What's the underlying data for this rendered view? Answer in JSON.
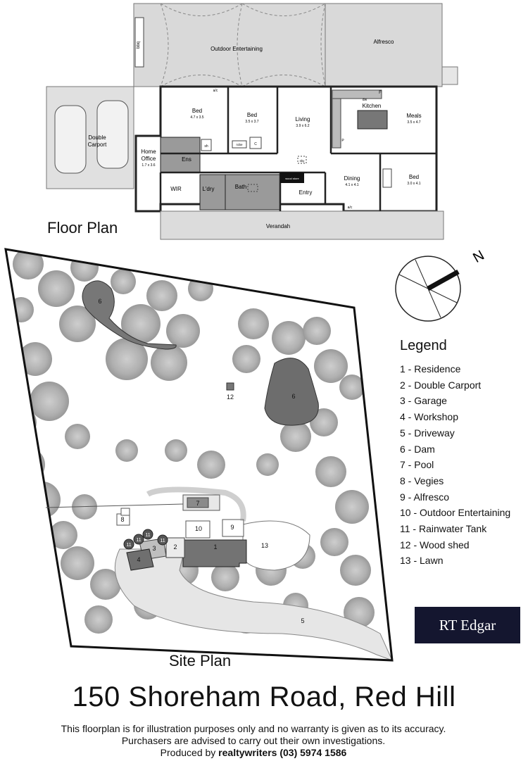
{
  "floor_plan": {
    "heading": "Floor Plan",
    "rooms": [
      {
        "name": "Outdoor Entertaining",
        "dims": ""
      },
      {
        "name": "Alfresco",
        "dims": ""
      },
      {
        "name": "Double Carport",
        "dims": ""
      },
      {
        "name": "Bed",
        "dims": "4.7 x 3.5"
      },
      {
        "name": "Bed",
        "dims": "3.5 x 3.7"
      },
      {
        "name": "Living",
        "dims": "3.9 x 6.2"
      },
      {
        "name": "Kitchen",
        "dims": ""
      },
      {
        "name": "Meals",
        "dims": "3.5 x 4.7"
      },
      {
        "name": "Home Office",
        "dims": "1.7 x 3.6"
      },
      {
        "name": "Ens",
        "dims": ""
      },
      {
        "name": "WIR",
        "dims": ""
      },
      {
        "name": "L'dry",
        "dims": ""
      },
      {
        "name": "Bath",
        "dims": ""
      },
      {
        "name": "Entry",
        "dims": ""
      },
      {
        "name": "Dining",
        "dims": "4.1 x 4.1"
      },
      {
        "name": "Bed",
        "dims": "3.0 x 4.1"
      },
      {
        "name": "Verandah",
        "dims": ""
      }
    ],
    "fixtures": [
      "bbq",
      "a/c",
      "dw",
      "F",
      "robe",
      "C",
      "sh",
      "sky",
      "wood store",
      "P",
      "a/c"
    ]
  },
  "site_plan": {
    "heading": "Site Plan",
    "compass": "N",
    "markers": [
      "6",
      "6",
      "12",
      "7",
      "8",
      "10",
      "9",
      "1",
      "2",
      "3",
      "4",
      "11",
      "11",
      "11",
      "11",
      "13",
      "5"
    ]
  },
  "legend": {
    "title": "Legend",
    "items": [
      "1 - Residence",
      "2 - Double Carport",
      "3 - Garage",
      "4 - Workshop",
      "5 - Driveway",
      "6 - Dam",
      "7 - Pool",
      "8 - Vegies",
      "9 - Alfresco",
      "10 - Outdoor Entertaining",
      "11 - Rainwater Tank",
      "12 - Wood shed",
      "13 - Lawn"
    ]
  },
  "brand": "RT Edgar",
  "address": "150 Shoreham Road, Red Hill",
  "disclaimer": {
    "line1": "This floorplan is for illustration purposes only and no warranty is given as to its accuracy.",
    "line2": "Purchasers are advised to carry out their own investigations.",
    "line3_prefix": "Produced by",
    "line3_company": "realtywriters",
    "line3_phone": "(03) 5974 1586"
  }
}
